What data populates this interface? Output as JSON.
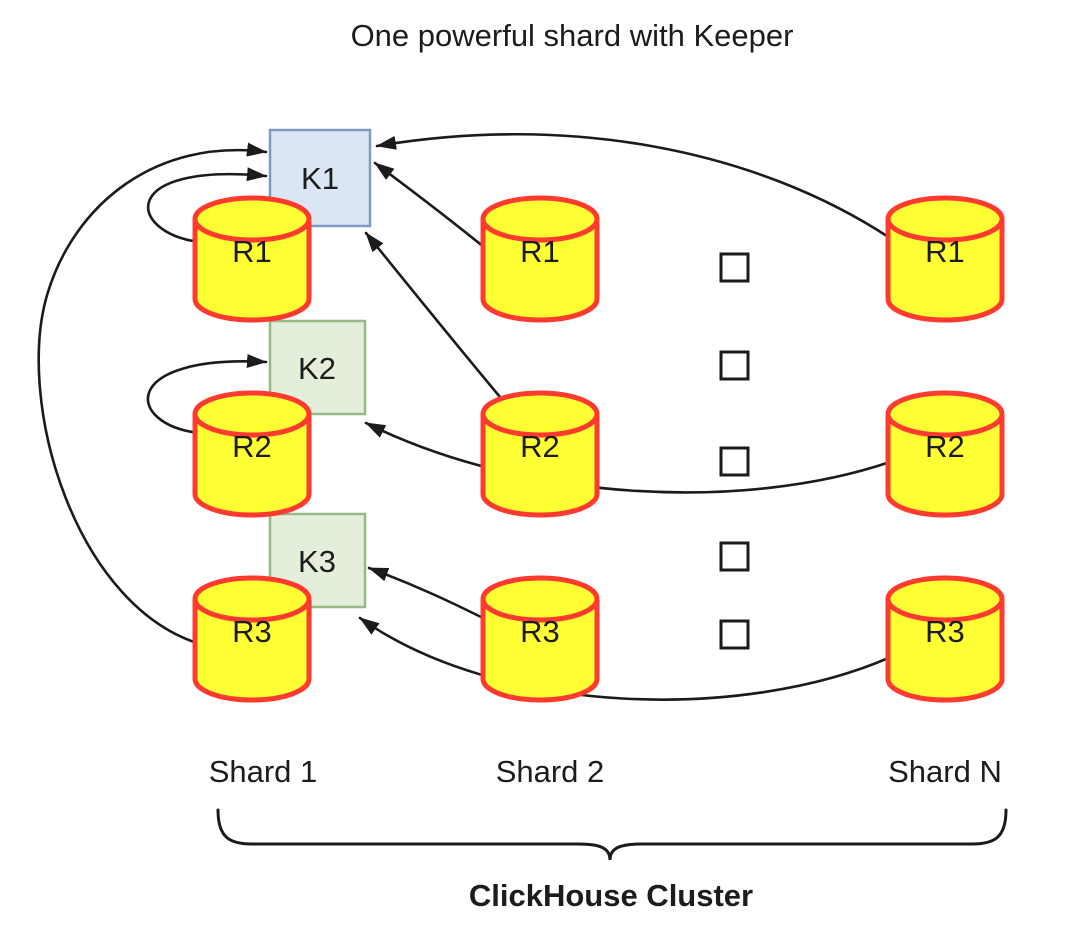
{
  "title": "One powerful shard with Keeper",
  "cluster_label": "ClickHouse Cluster",
  "keepers": [
    {
      "label": "K1",
      "fill": "#dbe6f4",
      "stroke": "#7f9ac0"
    },
    {
      "label": "K2",
      "fill": "#e3efdb",
      "stroke": "#96ba85"
    },
    {
      "label": "K3",
      "fill": "#e3efdb",
      "stroke": "#96ba85"
    }
  ],
  "shards": [
    {
      "name": "Shard 1",
      "replicas": [
        "R1",
        "R2",
        "R3"
      ]
    },
    {
      "name": "Shard 2",
      "replicas": [
        "R1",
        "R2",
        "R3"
      ]
    },
    {
      "name": "Shard N",
      "replicas": [
        "R1",
        "R2",
        "R3"
      ]
    }
  ],
  "ellipsis_squares": 5,
  "colors": {
    "replica_fill": "#ffff33",
    "replica_stroke": "#ff3b30",
    "arrow": "#1b1b1b",
    "text": "#1c1c1c",
    "background": "#ffffff"
  },
  "connections": [
    {
      "from": "Shard 1 / R3",
      "to": "K1"
    },
    {
      "from": "Shard 1 / R1",
      "to": "K1"
    },
    {
      "from": "Shard 2 / R1",
      "to": "K1"
    },
    {
      "from": "Shard N / R1",
      "to": "K1"
    },
    {
      "from": "Shard 2 / R2",
      "to": "K1"
    },
    {
      "from": "Shard 1 / R2",
      "to": "K2"
    },
    {
      "from": "Shard N / R2",
      "to": "K2"
    },
    {
      "from": "Shard 2 / R3",
      "to": "K3"
    },
    {
      "from": "Shard N / R3",
      "to": "K3"
    }
  ]
}
